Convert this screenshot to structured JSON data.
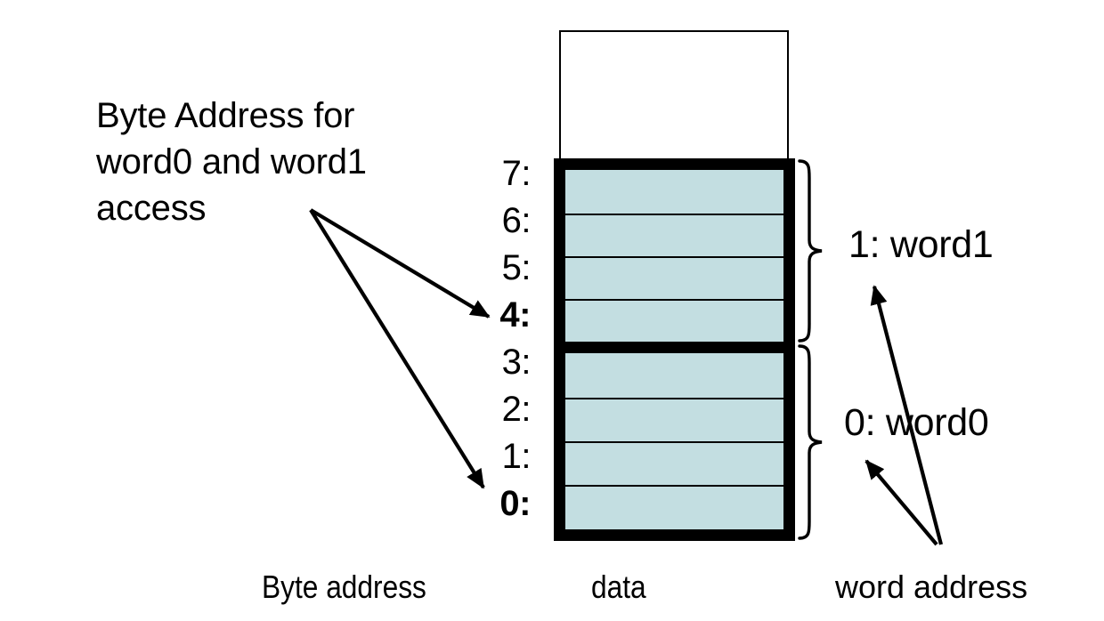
{
  "diagram": {
    "title": "Byte addressing vs word addressing in memory",
    "caption_left": "Byte Address for\nword0 and word1\naccess",
    "byte_addresses": [
      {
        "label": "7:",
        "bold": false
      },
      {
        "label": "6:",
        "bold": false
      },
      {
        "label": "5:",
        "bold": false
      },
      {
        "label": "4:",
        "bold": true
      },
      {
        "label": "3:",
        "bold": false
      },
      {
        "label": "2:",
        "bold": false
      },
      {
        "label": "1:",
        "bold": false
      },
      {
        "label": "0:",
        "bold": true
      }
    ],
    "word_labels": {
      "word1": "1: word1",
      "word0": "0: word0"
    },
    "bottom_labels": {
      "byte_address": "Byte  address",
      "data": "data",
      "word_address": "word address"
    },
    "colors": {
      "cell_fill": "#c3dee1",
      "stroke": "#000000",
      "background": "#ffffff"
    },
    "structure": {
      "byte_cell_count": 8,
      "bytes_per_word": 4,
      "word_count": 2,
      "top_box_state": "empty"
    }
  }
}
